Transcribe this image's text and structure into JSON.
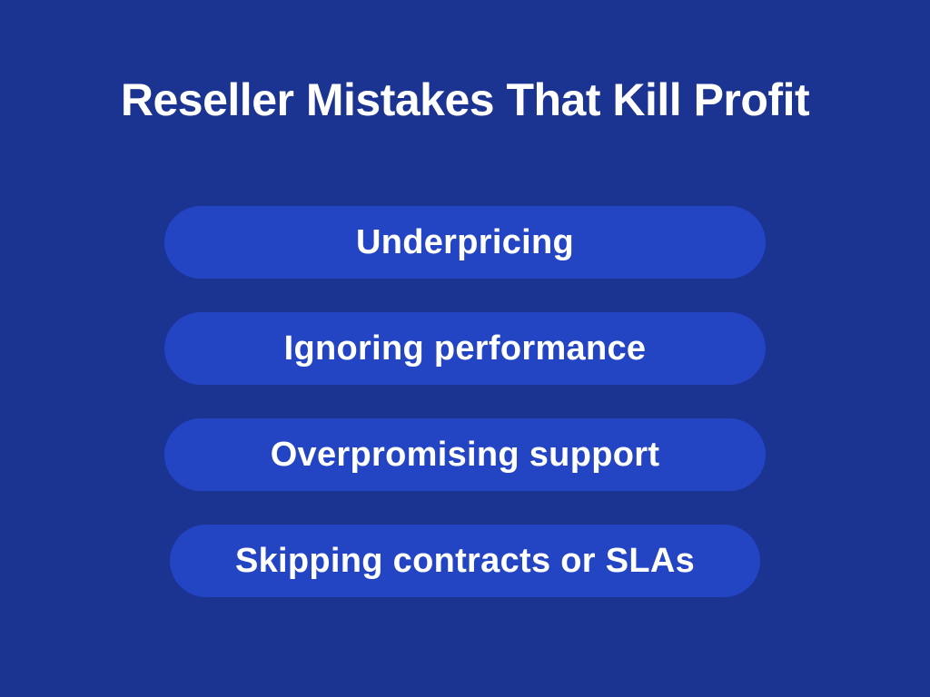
{
  "title": "Reseller Mistakes That Kill Profit",
  "colors": {
    "background": "#1b3391",
    "pill": "#2345c4",
    "text": "#ffffff"
  },
  "items": [
    {
      "label": "Underpricing"
    },
    {
      "label": "Ignoring performance"
    },
    {
      "label": "Overpromising support"
    },
    {
      "label": "Skipping contracts or SLAs"
    }
  ]
}
